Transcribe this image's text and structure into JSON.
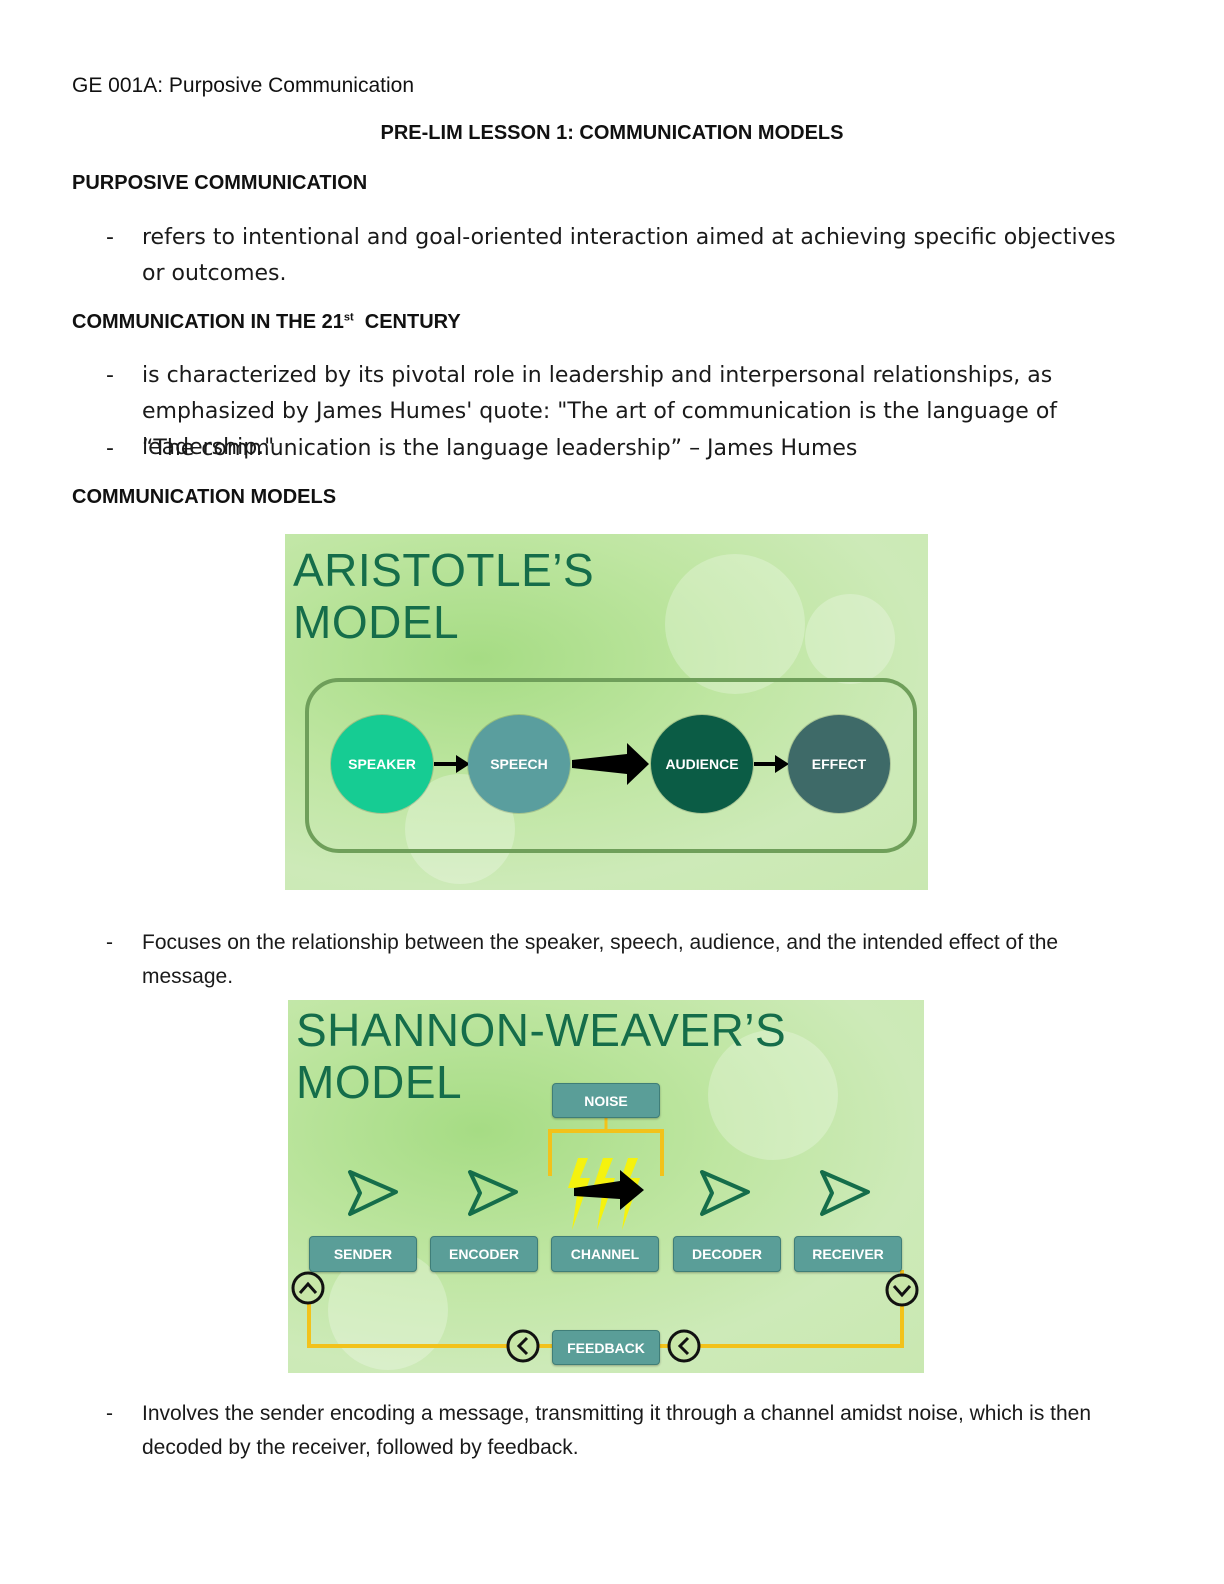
{
  "header": {
    "course": "GE 001A: Purposive Communication"
  },
  "lesson_title": "PRE-LIM LESSON 1: COMMUNICATION MODELS",
  "sections": {
    "purposive": {
      "heading": "PURPOSIVE COMMUNICATION",
      "bullets": [
        "refers to intentional and goal-oriented interaction aimed at achieving specific objectives or outcomes."
      ]
    },
    "century": {
      "heading_pre": "COMMUNICATION IN THE 21",
      "heading_sup": "st",
      "heading_post": "  CENTURY",
      "bullets": [
        "is characterized by its pivotal role in leadership and interpersonal relationships, as emphasized by James Humes' quote: \"The art of communication is the language of leadership.\"",
        "“The communication is the language leadership” – James Humes"
      ]
    },
    "models": {
      "heading": "COMMUNICATION MODELS"
    }
  },
  "bullet_dash": "-",
  "aristotle": {
    "title_line1": "ARISTOTLE’S",
    "title_line2": "MODEL",
    "nodes": [
      "SPEAKER",
      "SPEECH",
      "AUDIENCE",
      "EFFECT"
    ],
    "node_colors": [
      "#16cc93",
      "#5a9e9e",
      "#0b5c45",
      "#3e6a68"
    ],
    "caption": "Focuses on the relationship between the speaker, speech, audience, and the intended effect of the message."
  },
  "shannon": {
    "title_line1": "SHANNON-WEAVER’S",
    "title_line2": "MODEL",
    "noise": "NOISE",
    "nodes": [
      "SENDER",
      "ENCODER",
      "CHANNEL",
      "DECODER",
      "RECEIVER"
    ],
    "feedback": "FEEDBACK",
    "line_color": "#f2c21b",
    "arrow_color": "#156d4a",
    "caption": "Involves the sender encoding a message, transmitting it through a channel amidst noise, which is then decoded by the receiver, followed by feedback."
  }
}
